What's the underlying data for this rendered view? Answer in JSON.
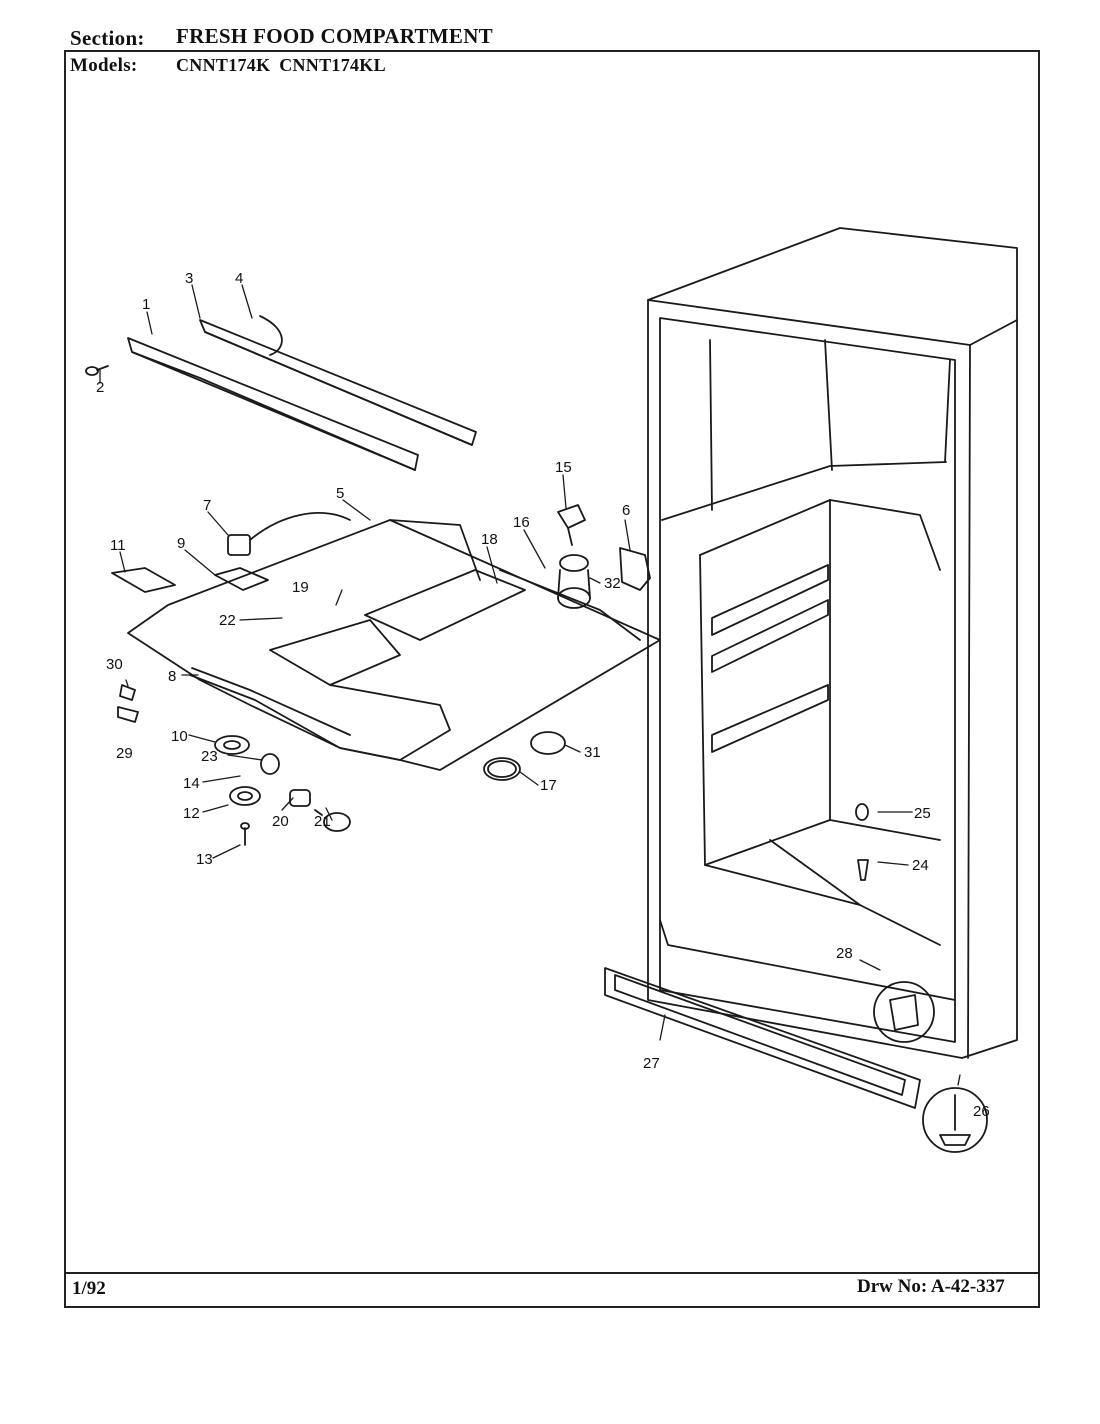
{
  "header": {
    "section_label": "Section:",
    "section_value": "FRESH FOOD COMPARTMENT",
    "models_label": "Models:",
    "models_value": "CNNT174K  CNNT174KL"
  },
  "footer": {
    "date": "1/92",
    "drawing_number": "Drw No: A-42-337"
  },
  "parts": {
    "p1": "1",
    "p2": "2",
    "p3": "3",
    "p4": "4",
    "p5": "5",
    "p6": "6",
    "p7": "7",
    "p8": "8",
    "p9": "9",
    "p10": "10",
    "p11": "11",
    "p12": "12",
    "p13": "13",
    "p14": "14",
    "p15": "15",
    "p16": "16",
    "p17": "17",
    "p18": "18",
    "p19": "19",
    "p20": "20",
    "p21": "21",
    "p22": "22",
    "p23": "23",
    "p24": "24",
    "p25": "25",
    "p26": "26",
    "p27": "27",
    "p28": "28",
    "p29": "29",
    "p30": "30",
    "p31": "31",
    "p32": "32"
  }
}
